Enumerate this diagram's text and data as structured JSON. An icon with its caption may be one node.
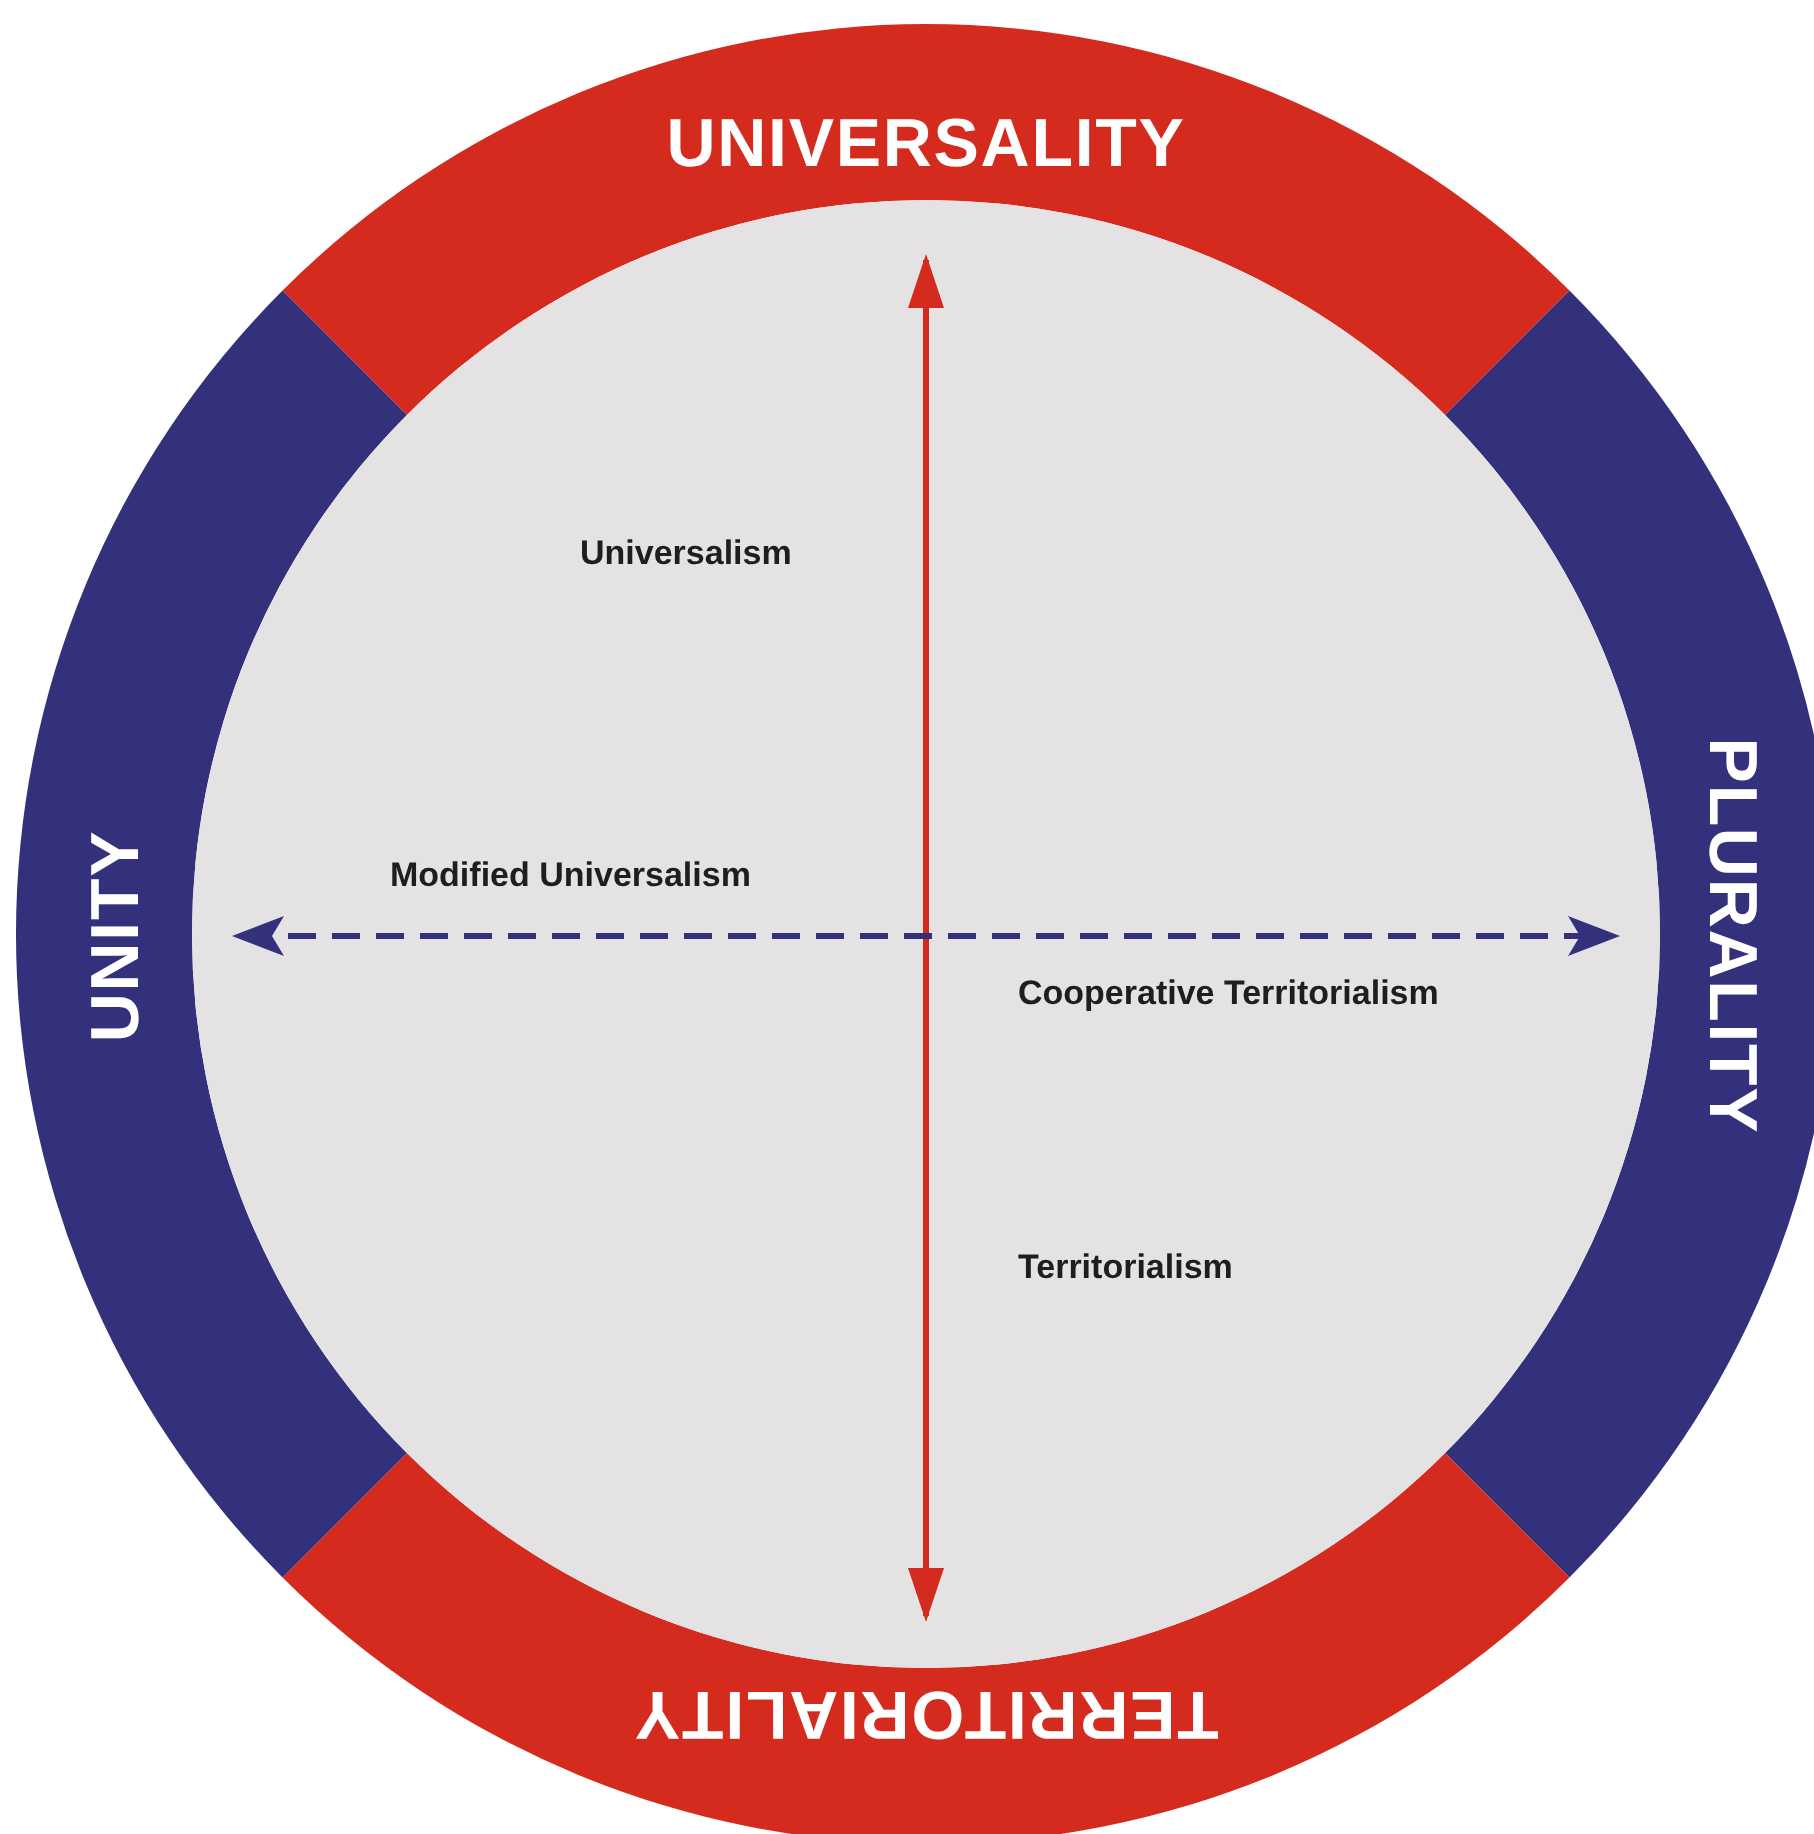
{
  "diagram": {
    "nodes": [
      {
        "text": [
          "UNIVERSALITY"
        ]
      },
      {
        "text": [
          "PLURALITY"
        ]
      },
      {
        "text": [
          "TERRITORIALITY"
        ]
      },
      {
        "text": [
          "UNITY"
        ]
      }
    ],
    "labels": [
      "Universalism",
      "Modified Universalism",
      "Cooperative Territorialism",
      "Territorialism"
    ]
  }
}
